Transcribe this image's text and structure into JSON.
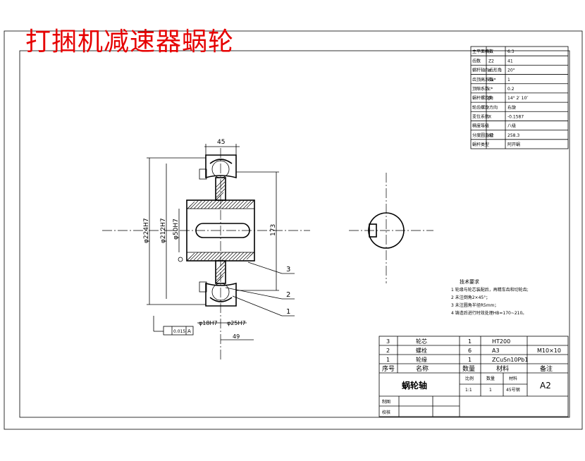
{
  "title": "打捆机减速器蜗轮",
  "params_table": {
    "rows": [
      {
        "label": "主平面模数",
        "symbol": "m",
        "value": "6.3"
      },
      {
        "label": "齿数",
        "symbol": "Z2",
        "value": "41"
      },
      {
        "label": "蜗杆轴向齿形角",
        "symbol": "α",
        "value": "20°"
      },
      {
        "label": "齿顶高系数",
        "symbol": "ha*",
        "value": "1"
      },
      {
        "label": "顶隙系数",
        "symbol": "c*",
        "value": "0.2"
      },
      {
        "label": "蜗杆螺旋角",
        "symbol": "β",
        "value": "14° 2′ 10″"
      },
      {
        "label": "轮齿螺旋方向",
        "symbol": "",
        "value": "右旋"
      },
      {
        "label": "变位系数",
        "symbol": "X",
        "value": "-0.1587"
      },
      {
        "label": "精度等级",
        "symbol": "",
        "value": "八级"
      },
      {
        "label": "分度圆直径",
        "symbol": "d2",
        "value": "258.3"
      },
      {
        "label": "蜗杆类型",
        "symbol": "",
        "value": "阿开蜗"
      }
    ]
  },
  "dimensions": {
    "d_outer": "φ224H7",
    "d_mid": "φ212H7",
    "d_bore": "φ50H7",
    "d_small_left": "φ18H7",
    "d_small_right": "φ25H7",
    "height_173": "173",
    "width_49": "49",
    "tolerance": "0.015",
    "datum": "A",
    "top_width": "45"
  },
  "leaders": [
    "3",
    "2",
    "1"
  ],
  "tech_notes": {
    "heading": "技术要求",
    "lines": [
      "1 轮缘与轮芯装配后，再精车齿和切轮齿;",
      "2 未注倒角2×45°；",
      "3 未注圆角半径R5mm；",
      "4 铸造后进行时效处理HB=170~210。"
    ]
  },
  "bom": [
    {
      "no": "3",
      "name": "轮芯",
      "qty": "1",
      "material": "HT200",
      "note": ""
    },
    {
      "no": "2",
      "name": "螺栓",
      "qty": "6",
      "material": "A3",
      "note": "M10×10"
    },
    {
      "no": "1",
      "name": "轮缘",
      "qty": "1",
      "material": "ZCuSn10Pb1",
      "note": ""
    }
  ],
  "bom_header": {
    "no": "序号",
    "name": "名称",
    "qty": "数量",
    "material": "材料",
    "note": "备注"
  },
  "title_block": {
    "part_name": "蜗轮轴",
    "scale_label": "比例",
    "qty_label": "数量",
    "material_label": "材料",
    "scale": "1:1",
    "qty": "1",
    "material": "45号钢",
    "sheet": "A2",
    "drawn_label": "制图",
    "check_label": "校核"
  }
}
